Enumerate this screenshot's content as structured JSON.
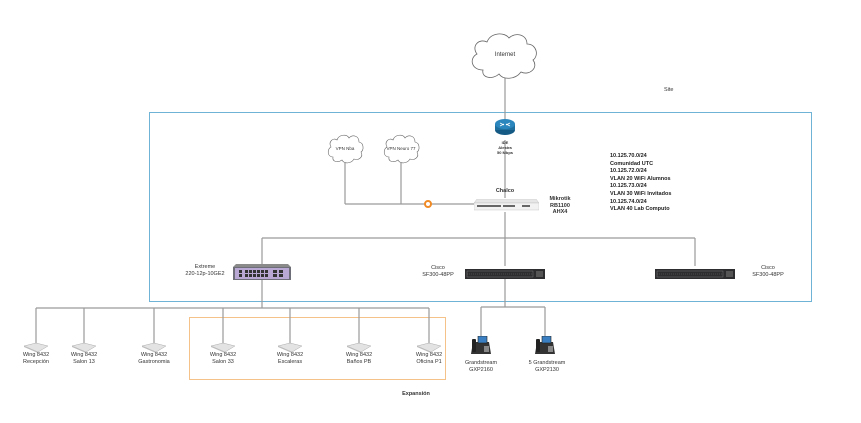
{
  "diagram": {
    "internet": {
      "label": "Internet"
    },
    "site": {
      "label": "Site",
      "border_color": "#6fb3d6"
    },
    "expansion": {
      "label": "Expansión",
      "border_color": "#f5c28a"
    },
    "router": {
      "lines": [
        "IDE",
        "Alestra",
        "50 Mbps"
      ],
      "color": "#1e6e9e"
    },
    "vpns": [
      {
        "label": "VPN Nba"
      },
      {
        "label": "VPN Neuro 77"
      }
    ],
    "link_marker_color": "#f08a24",
    "core": {
      "site_label": "Chalco",
      "model_lines": [
        "Mikrotik",
        "RB1100",
        "AHX4"
      ]
    },
    "networks": [
      "10.125.70.0/24",
      "Comunidad UTC",
      "10.125.72.0/24",
      "VLAN 20 WiFi Alumnos",
      "10.125.73.0/24",
      "VLAN 30 WiFi Invitados",
      "10.125.74.0/24",
      "VLAN 40 Lab Computo"
    ],
    "switches": [
      {
        "name": "Extreme",
        "model": "220-12p-10GE2"
      },
      {
        "name": "Cisco",
        "model": "SF300-48PP"
      },
      {
        "name": "Cisco",
        "model": "SF300-48PP"
      }
    ],
    "access_points": [
      {
        "model": "Wing 8432",
        "location": "Recepción"
      },
      {
        "model": "Wing 8432",
        "location": "Salon 13"
      },
      {
        "model": "Wing 8432",
        "location": "Gastronomia"
      },
      {
        "model": "Wing 8432",
        "location": "Salon 33"
      },
      {
        "model": "Wing 8432",
        "location": "Escaleras"
      },
      {
        "model": "Wing 8432",
        "location": "Baños PB"
      },
      {
        "model": "Wing 8432",
        "location": "Oficina P1"
      }
    ],
    "phones": [
      {
        "name": "Grandstream",
        "model": "GXP2160"
      },
      {
        "name": "5 Grandstream",
        "model": "GXP2130"
      }
    ]
  }
}
